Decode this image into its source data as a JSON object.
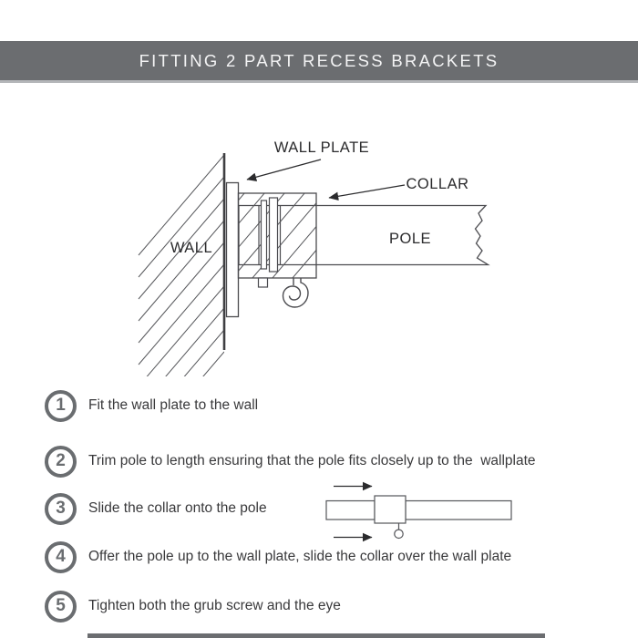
{
  "header": {
    "title": "FITTING 2 PART RECESS BRACKETS"
  },
  "colors": {
    "header_bg": "#6b6d70",
    "header_text": "#f4f4f5",
    "step_badge": "#6a6d70",
    "diagram_line": "#4b4b4f",
    "label_text": "#2b2b2d"
  },
  "diagram": {
    "labels": {
      "wall_plate": "WALL PLATE",
      "collar": "COLLAR",
      "wall": "WALL",
      "pole": "POLE"
    }
  },
  "steps": [
    {
      "number": "1",
      "text": "Fit the wall plate to the wall"
    },
    {
      "number": "2",
      "text": "Trim pole to length ensuring that the pole fits closely up to the  wallplate"
    },
    {
      "number": "3",
      "text": "Slide the collar onto the pole"
    },
    {
      "number": "4",
      "text": "Offer the pole up to the wall plate, slide the collar over the wall plate"
    },
    {
      "number": "5",
      "text": "Tighten both the grub screw and the eye"
    }
  ]
}
